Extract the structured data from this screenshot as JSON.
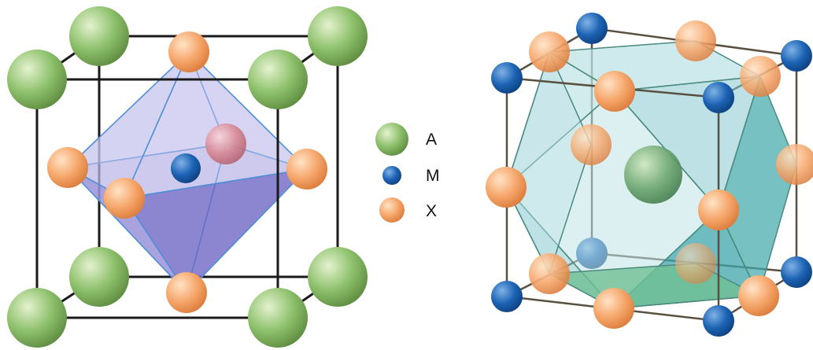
{
  "legend": {
    "items": [
      {
        "label": "A",
        "atom": "A"
      },
      {
        "label": "M",
        "atom": "M"
      },
      {
        "label": "X",
        "atom": "X"
      }
    ]
  },
  "atom_colors": {
    "A": {
      "light": "#e4f2cf",
      "base": "#8cc06a",
      "dark": "#5d8a3f"
    },
    "M": {
      "light": "#7fb2e6",
      "base": "#1c63b4",
      "dark": "#0d3f7c"
    },
    "X": {
      "light": "#ffe3c6",
      "base": "#f6a66a",
      "dark": "#d97a3a"
    },
    "A_inner": {
      "light": "#cfe8c0",
      "base": "#6fa872",
      "dark": "#3f7a4a"
    },
    "cation_in_octahedron": {
      "light": "#f8d6dc",
      "base": "#d88896",
      "dark": "#b0606e"
    }
  },
  "colors": {
    "cell_edge_left": "#1a1a1a",
    "cell_edge_right": "#5a5040",
    "octahedron_edge": "#4f8fd6",
    "octahedron_fill_light": "#c9c6ee",
    "octahedron_fill_mid": "#9a93d8",
    "octahedron_fill_dark": "#6f66c2",
    "cubocta_fill_light": "#bfe3e6",
    "cubocta_fill_mid": "#86c9cf",
    "cubocta_fill_dark": "#3ea6a9",
    "cubocta_fill_green": "#6fbf95",
    "cubocta_edge": "#4a8a7e"
  }
}
